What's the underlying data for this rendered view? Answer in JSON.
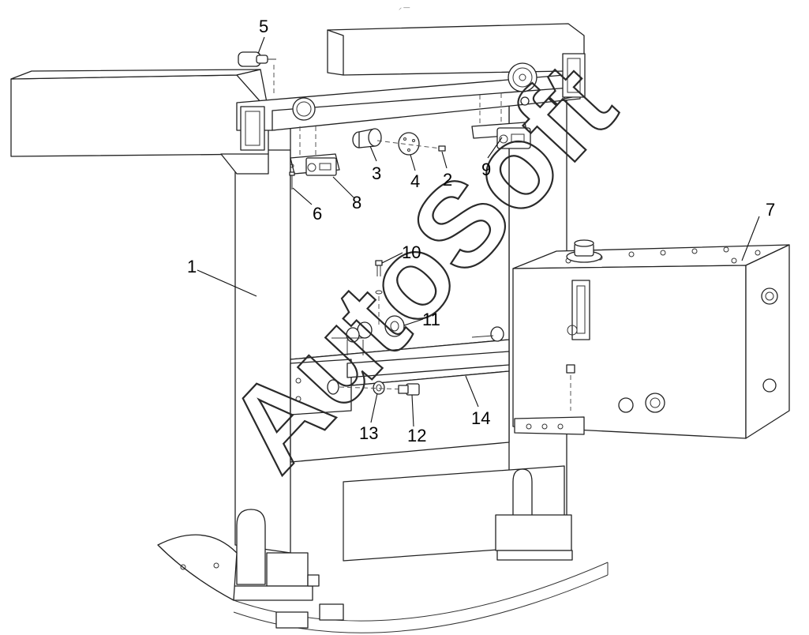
{
  "header_mark": "⸝ —",
  "watermark": "AutoSoft",
  "callouts": [
    {
      "id": "1",
      "label": "1"
    },
    {
      "id": "2",
      "label": "2"
    },
    {
      "id": "3",
      "label": "3"
    },
    {
      "id": "4",
      "label": "4"
    },
    {
      "id": "5",
      "label": "5"
    },
    {
      "id": "6",
      "label": "6"
    },
    {
      "id": "7",
      "label": "7"
    },
    {
      "id": "8",
      "label": "8"
    },
    {
      "id": "9",
      "label": "9"
    },
    {
      "id": "10",
      "label": "10"
    },
    {
      "id": "11",
      "label": "11"
    },
    {
      "id": "12",
      "label": "12"
    },
    {
      "id": "13",
      "label": "13"
    },
    {
      "id": "14",
      "label": "14"
    }
  ]
}
